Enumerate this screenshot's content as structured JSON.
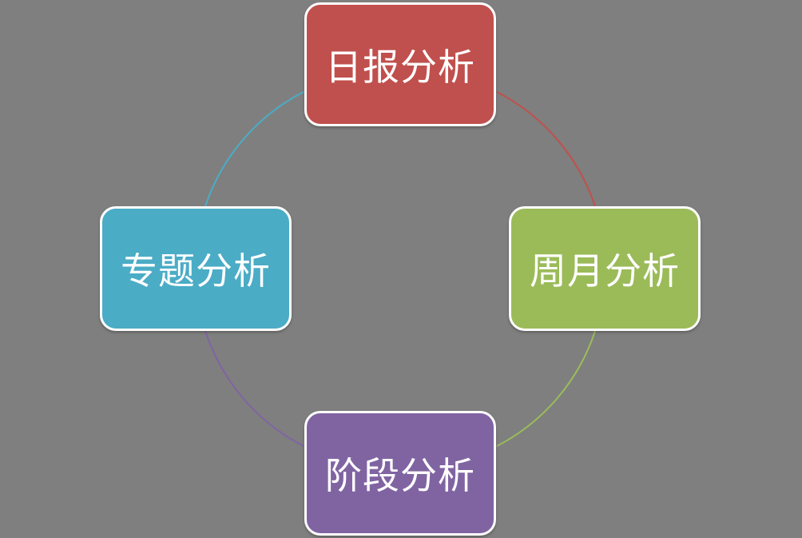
{
  "diagram": {
    "background": "#7f7f7f",
    "nodes": [
      {
        "id": "node-top",
        "label": "日报分析",
        "color": "#c0504d"
      },
      {
        "id": "node-right",
        "label": "周月分析",
        "color": "#9bbb59"
      },
      {
        "id": "node-bottom",
        "label": "阶段分析",
        "color": "#8064a2"
      },
      {
        "id": "node-left",
        "label": "专题分析",
        "color": "#4bacc6"
      }
    ],
    "connectors": [
      {
        "from": "日报分析",
        "to": "周月分析",
        "color": "#c0504d"
      },
      {
        "from": "周月分析",
        "to": "阶段分析",
        "color": "#9bbb59"
      },
      {
        "from": "阶段分析",
        "to": "专题分析",
        "color": "#8064a2"
      },
      {
        "from": "专题分析",
        "to": "日报分析",
        "color": "#4bacc6"
      }
    ]
  }
}
